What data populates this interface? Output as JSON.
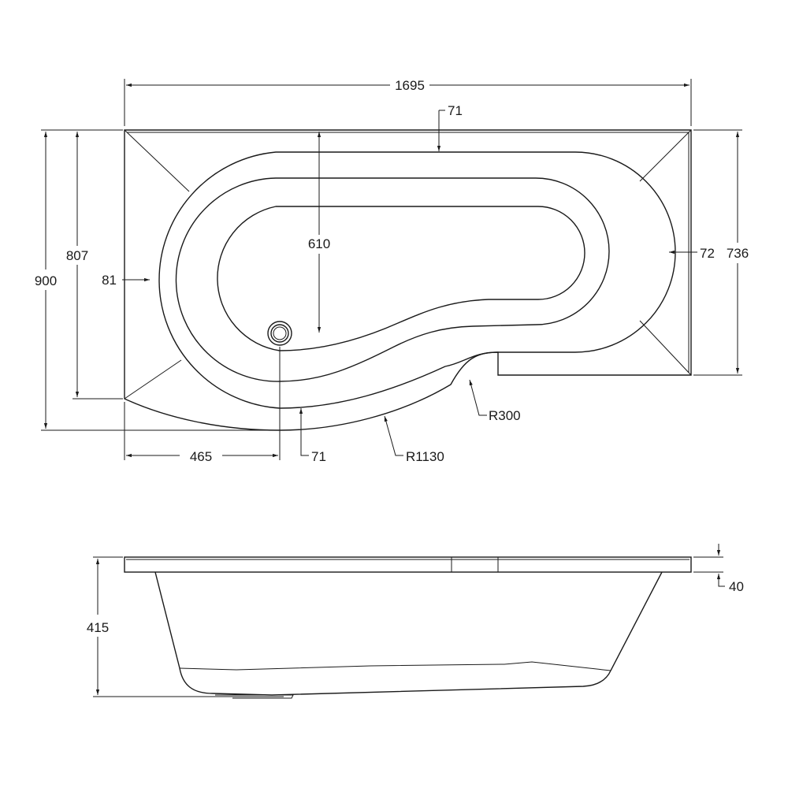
{
  "colors": {
    "line": "#1a1a1a",
    "background": "#ffffff"
  },
  "plan_view": {
    "dimensions": {
      "overall_length": "1695",
      "top_rim_width": "71",
      "right_rim_width": "72",
      "left_rim_width": "81",
      "overall_width": "900",
      "left_depth": "807",
      "right_depth": "736",
      "waste_position_depth": "610",
      "waste_position_from_left": "465",
      "front_rim_width": "71",
      "small_radius": "R300",
      "large_radius": "R1130"
    }
  },
  "side_view": {
    "dimensions": {
      "overall_height": "415",
      "rim_thickness": "40"
    }
  }
}
